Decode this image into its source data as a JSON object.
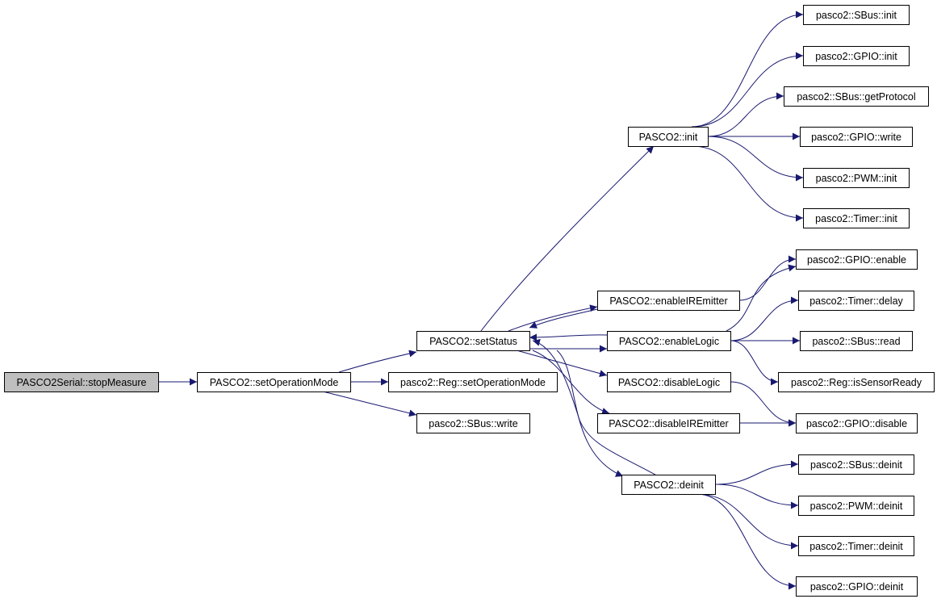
{
  "colors": {
    "edge": "#191970",
    "node_fill": "#ffffff",
    "root_fill": "#bfbfbf",
    "border": "#000000"
  },
  "nodes": [
    {
      "id": "stopMeasure",
      "label": "PASCO2Serial::stopMeasure",
      "root": true
    },
    {
      "id": "setOperationMode",
      "label": "PASCO2::setOperationMode"
    },
    {
      "id": "setStatus",
      "label": "PASCO2::setStatus"
    },
    {
      "id": "regSetOperationMode",
      "label": "pasco2::Reg::setOperationMode"
    },
    {
      "id": "sbusWrite",
      "label": "pasco2::SBus::write"
    },
    {
      "id": "init",
      "label": "PASCO2::init"
    },
    {
      "id": "enableIREmitter",
      "label": "PASCO2::enableIREmitter"
    },
    {
      "id": "enableLogic",
      "label": "PASCO2::enableLogic"
    },
    {
      "id": "disableLogic",
      "label": "PASCO2::disableLogic"
    },
    {
      "id": "disableIREmitter",
      "label": "PASCO2::disableIREmitter"
    },
    {
      "id": "deinit",
      "label": "PASCO2::deinit"
    },
    {
      "id": "sbusInit",
      "label": "pasco2::SBus::init"
    },
    {
      "id": "gpioInit",
      "label": "pasco2::GPIO::init"
    },
    {
      "id": "sbusGetProtocol",
      "label": "pasco2::SBus::getProtocol"
    },
    {
      "id": "gpioWrite",
      "label": "pasco2::GPIO::write"
    },
    {
      "id": "pwmInit",
      "label": "pasco2::PWM::init"
    },
    {
      "id": "timerInit",
      "label": "pasco2::Timer::init"
    },
    {
      "id": "gpioEnable",
      "label": "pasco2::GPIO::enable"
    },
    {
      "id": "timerDelay",
      "label": "pasco2::Timer::delay"
    },
    {
      "id": "sbusRead",
      "label": "pasco2::SBus::read"
    },
    {
      "id": "regIsSensorReady",
      "label": "pasco2::Reg::isSensorReady"
    },
    {
      "id": "gpioDisable",
      "label": "pasco2::GPIO::disable"
    },
    {
      "id": "sbusDeinit",
      "label": "pasco2::SBus::deinit"
    },
    {
      "id": "pwmDeinit",
      "label": "pasco2::PWM::deinit"
    },
    {
      "id": "timerDeinit",
      "label": "pasco2::Timer::deinit"
    },
    {
      "id": "gpioDeinit",
      "label": "pasco2::GPIO::deinit"
    }
  ],
  "edges": [
    {
      "from": "stopMeasure",
      "to": "setOperationMode"
    },
    {
      "from": "setOperationMode",
      "to": "setStatus"
    },
    {
      "from": "setOperationMode",
      "to": "regSetOperationMode"
    },
    {
      "from": "setOperationMode",
      "to": "sbusWrite"
    },
    {
      "from": "setStatus",
      "to": "init"
    },
    {
      "from": "setStatus",
      "to": "enableIREmitter"
    },
    {
      "from": "setStatus",
      "to": "enableLogic"
    },
    {
      "from": "setStatus",
      "to": "disableLogic"
    },
    {
      "from": "setStatus",
      "to": "disableIREmitter"
    },
    {
      "from": "setStatus",
      "to": "deinit"
    },
    {
      "from": "init",
      "to": "sbusInit"
    },
    {
      "from": "init",
      "to": "gpioInit"
    },
    {
      "from": "init",
      "to": "sbusGetProtocol"
    },
    {
      "from": "init",
      "to": "gpioWrite"
    },
    {
      "from": "init",
      "to": "pwmInit"
    },
    {
      "from": "init",
      "to": "timerInit"
    },
    {
      "from": "enableIREmitter",
      "to": "gpioEnable"
    },
    {
      "from": "enableIREmitter",
      "to": "setStatus"
    },
    {
      "from": "enableLogic",
      "to": "gpioEnable"
    },
    {
      "from": "enableLogic",
      "to": "timerDelay"
    },
    {
      "from": "enableLogic",
      "to": "sbusRead"
    },
    {
      "from": "enableLogic",
      "to": "regIsSensorReady"
    },
    {
      "from": "enableLogic",
      "to": "setStatus"
    },
    {
      "from": "disableLogic",
      "to": "gpioDisable"
    },
    {
      "from": "disableIREmitter",
      "to": "gpioDisable"
    },
    {
      "from": "deinit",
      "to": "sbusDeinit"
    },
    {
      "from": "deinit",
      "to": "pwmDeinit"
    },
    {
      "from": "deinit",
      "to": "timerDeinit"
    },
    {
      "from": "deinit",
      "to": "gpioDeinit"
    },
    {
      "from": "deinit",
      "to": "setStatus"
    }
  ]
}
